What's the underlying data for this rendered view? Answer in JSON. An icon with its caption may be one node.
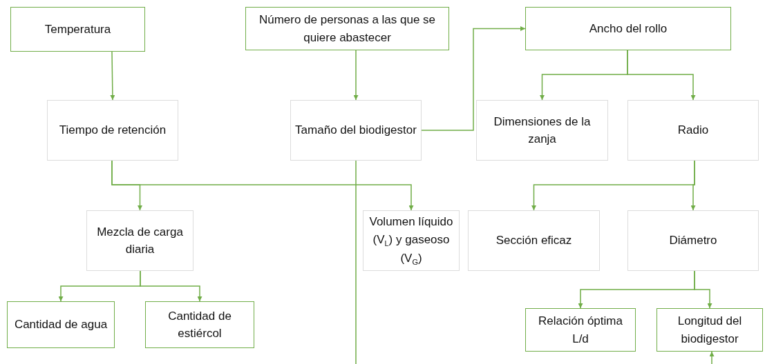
{
  "diagram": {
    "nodes": [
      {
        "text": [
          "Temperatura"
        ]
      },
      {
        "text": [
          "Número de personas a las que se quiere abastecer"
        ]
      },
      {
        "text": [
          "Ancho del rollo"
        ]
      },
      {
        "text": [
          "Tiempo de retención"
        ]
      },
      {
        "text": [
          "Tamaño del biodigestor"
        ]
      },
      {
        "text": [
          "Dimensiones de la zanja"
        ]
      },
      {
        "text": [
          "Radio"
        ]
      },
      {
        "text": [
          "Mezcla de carga diaria"
        ]
      },
      {
        "text": [
          "Volumen líquido (V$_{L}$) y gaseoso (V$_{G}$)"
        ]
      },
      {
        "text": [
          "Sección eficaz"
        ]
      },
      {
        "text": [
          "Diámetro"
        ]
      },
      {
        "text": [
          "Cantidad de agua"
        ]
      },
      {
        "text": [
          "Cantidad de estiércol"
        ]
      },
      {
        "text": [
          "Relación óptima L/d"
        ]
      },
      {
        "text": [
          "Longitud del biodigestor"
        ]
      }
    ],
    "edges": [
      {
        "from": 0,
        "to": 3,
        "arrow": "to"
      },
      {
        "from": 1,
        "to": 4,
        "arrow": "to"
      },
      {
        "from": 4,
        "to": 2,
        "arrow": "to"
      },
      {
        "from": 2,
        "to": 5,
        "arrow": "to"
      },
      {
        "from": 2,
        "to": 6,
        "arrow": "to"
      },
      {
        "from": 3,
        "to": 7,
        "arrow": "to"
      },
      {
        "from": 3,
        "to": 8,
        "arrow": "to"
      },
      {
        "from": 4,
        "to": null,
        "arrow": "none"
      },
      {
        "from": 6,
        "to": 9,
        "arrow": "to"
      },
      {
        "from": 6,
        "to": 10,
        "arrow": "to"
      },
      {
        "from": 7,
        "to": 11,
        "arrow": "to"
      },
      {
        "from": 7,
        "to": 12,
        "arrow": "to"
      },
      {
        "from": 10,
        "to": 13,
        "arrow": "to"
      },
      {
        "from": 10,
        "to": 14,
        "arrow": "to"
      },
      {
        "from": null,
        "to": 14,
        "arrow": "to"
      }
    ]
  }
}
